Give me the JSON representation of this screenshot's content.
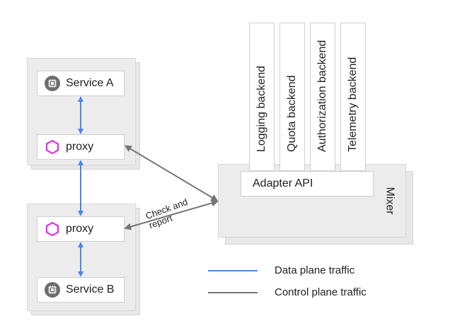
{
  "service_a": {
    "label": "Service A",
    "icon": "chip-icon"
  },
  "proxy_top": {
    "label": "proxy",
    "icon": "hexagon-icon"
  },
  "proxy_bottom": {
    "label": "proxy",
    "icon": "hexagon-icon"
  },
  "service_b": {
    "label": "Service B",
    "icon": "chip-icon"
  },
  "mixer": {
    "label": "Mixer",
    "adapter_api": "Adapter API",
    "backends": [
      "Logging backend",
      "Quota backend",
      "Authorization backend",
      "Telemetry backend"
    ]
  },
  "edge_label": {
    "line1": "Check and",
    "line2": "report"
  },
  "legend": {
    "data_plane": "Data plane traffic",
    "control_plane": "Control plane traffic"
  },
  "colors": {
    "data_plane": "#4a86e8",
    "control_plane": "#757575",
    "proxy_hexagon": "#e91ee8"
  }
}
